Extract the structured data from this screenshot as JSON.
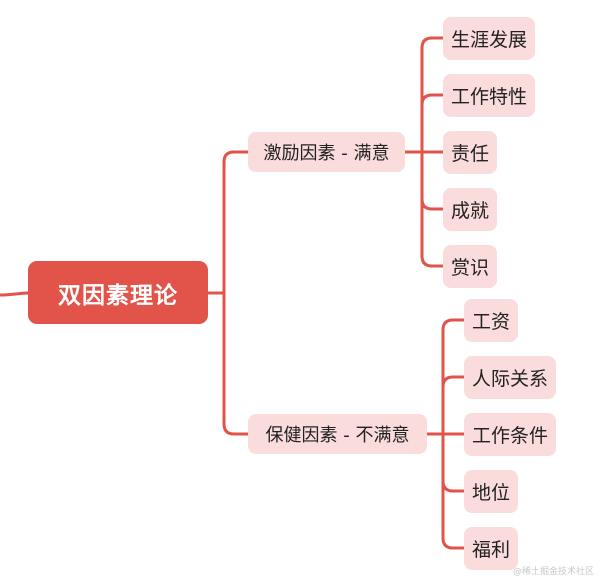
{
  "root": {
    "label": "双因素理论"
  },
  "branches": [
    {
      "label": "激励因素 - 满意",
      "children": [
        "生涯发展",
        "工作特性",
        "责任",
        "成就",
        "赏识"
      ]
    },
    {
      "label": "保健因素 - 不满意",
      "children": [
        "工资",
        "人际关系",
        "工作条件",
        "地位",
        "福利"
      ]
    }
  ],
  "watermark": "@稀土掘金技术社区",
  "colors": {
    "root": "#e2534a",
    "node": "#fbdcdc",
    "line": "#e2534a"
  }
}
